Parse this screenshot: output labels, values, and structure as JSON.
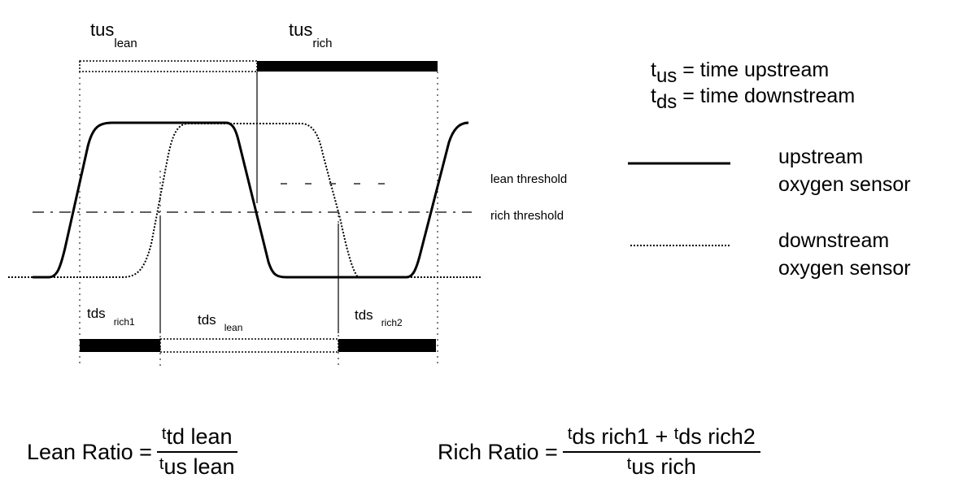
{
  "top_labels": {
    "tus_lean": {
      "main": "tus",
      "sub": "lean"
    },
    "tus_rich": {
      "main": "tus",
      "sub": "rich"
    }
  },
  "bottom_labels": {
    "tds_rich1": {
      "main": "tds",
      "sub": "rich1"
    },
    "tds_lean": {
      "main": "tds",
      "sub": "lean"
    },
    "tds_rich2": {
      "main": "tds",
      "sub": "rich2"
    }
  },
  "thresholds": {
    "lean": "lean threshold",
    "rich": "rich threshold"
  },
  "definitions": {
    "t_us": {
      "t": "t",
      "sub": "us",
      "text": " = time upstream"
    },
    "t_ds": {
      "t": "t",
      "sub": "ds",
      "text": " = time downstream"
    }
  },
  "legend": {
    "upstream": {
      "line1": "upstream",
      "line2": "oxygen sensor"
    },
    "downstream": {
      "line1": "downstream",
      "line2": "oxygen sensor"
    }
  },
  "formulas": {
    "lean": {
      "lhs": "Lean Ratio =",
      "num_t": "t",
      "num_sub": "td lean",
      "den_t": "t",
      "den_sub": "us lean"
    },
    "rich": {
      "lhs": "Rich Ratio =",
      "num_t1": "t",
      "num_sub1": "ds rich1",
      "plus": " + ",
      "num_t2": "t",
      "num_sub2": "ds rich2",
      "den_t": "t",
      "den_sub": "us rich"
    }
  },
  "colors": {
    "line": "#000000",
    "background": "#ffffff"
  }
}
